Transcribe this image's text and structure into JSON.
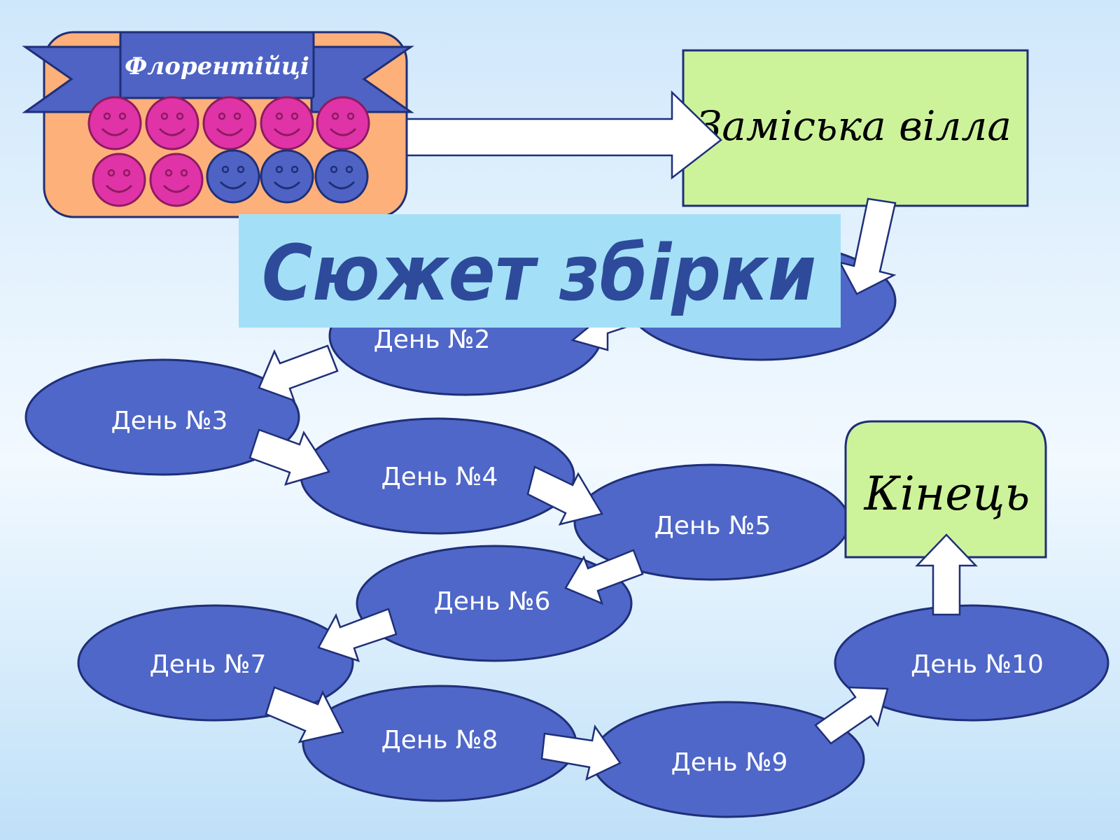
{
  "group": {
    "banner": "Флорентійці",
    "women_count": 7,
    "men_count": 3
  },
  "villa": {
    "label": "Заміська вілла"
  },
  "title": "Сюжет збірки",
  "days": [
    "День №2",
    "День №3",
    "День №4",
    "День №5",
    "День №6",
    "День №7",
    "День №8",
    "День №9",
    "День №10"
  ],
  "end": {
    "label": "Кінець"
  },
  "colors": {
    "oval_fill": "#4f67c8",
    "oval_stroke": "#1f2f78",
    "villa_fill": "#cdf39a",
    "group_fill": "#fdb07a",
    "banner_fill": "#4e63c4",
    "face_women": "#e033a8",
    "face_men": "#4e63c4",
    "title_bg": "#a3e0f7",
    "title_text": "#2e4a9a"
  }
}
